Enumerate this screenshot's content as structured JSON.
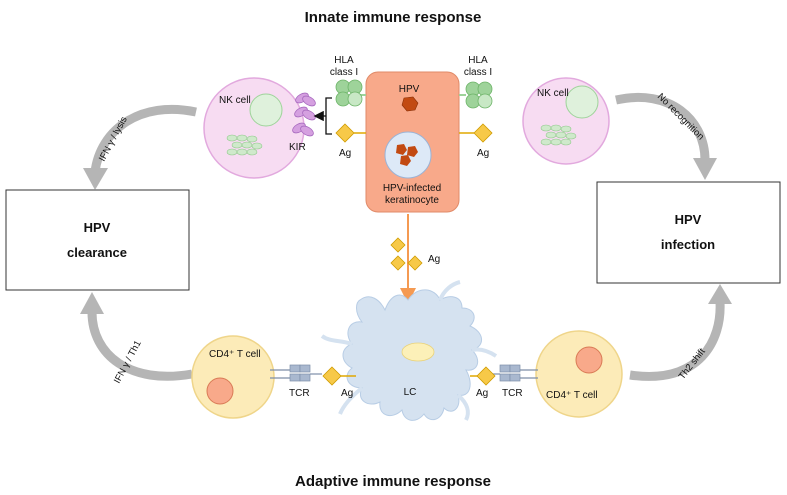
{
  "titles": {
    "innate": "Innate immune response",
    "adaptive": "Adaptive immune response"
  },
  "boxes": {
    "clearance": {
      "line1": "HPV",
      "line2": "clearance"
    },
    "infection": {
      "line1": "HPV",
      "line2": "infection"
    }
  },
  "cells": {
    "nk_left": "NK cell",
    "nk_right": "NK cell",
    "cd4_left": "CD4⁺ T cell",
    "cd4_right": "CD4⁺ T cell",
    "lc": "LC",
    "keratinocyte_line1": "HPV-infected",
    "keratinocyte_line2": "keratinocyte",
    "hpv": "HPV"
  },
  "molecules": {
    "hla_left_line1": "HLA",
    "hla_left_line2": "class I",
    "hla_right_line1": "HLA",
    "hla_right_line2": "class I",
    "kir": "KIR",
    "ag_left": "Ag",
    "ag_right": "Ag",
    "ag_center": "Ag",
    "ag_bottom_left": "Ag",
    "ag_bottom_right": "Ag",
    "tcr_left": "TCR",
    "tcr_right": "TCR"
  },
  "arrows": {
    "top_left": "IFN γ / lysis",
    "top_right": "No recognition",
    "bottom_left": "IFN γ / Th1",
    "bottom_right": "Th2 shift"
  },
  "colors": {
    "keratinocyte": "#f8a98a",
    "nk_cell": "#f7dcf2",
    "cd4_cell": "#fcebb8",
    "lc": "#d5e2f0",
    "hla": "#9ed39a",
    "antigen": "#f7c948",
    "kir": "#d5a0e0",
    "tcr": "#a9b8cf",
    "arrow": "#b5b5b5",
    "orange_arrow": "#f59a52"
  }
}
